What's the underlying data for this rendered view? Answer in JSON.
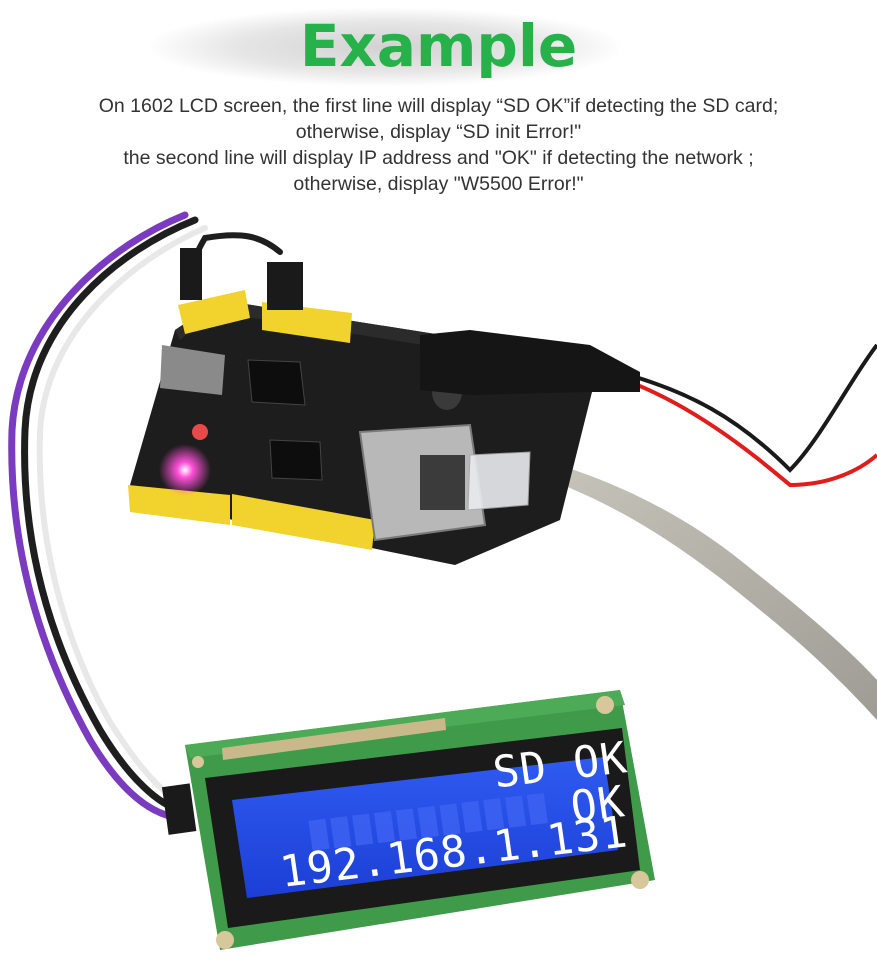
{
  "heading": "Example",
  "description": {
    "line1": "On 1602 LCD screen, the first line  will display “SD OK”if detecting the SD card;",
    "line2": "otherwise, display “SD init Error!\"",
    "line3": "the second line will display IP address and \"OK\" if detecting the  network ;",
    "line4": "otherwise, display \"W5500 Error!\""
  },
  "lcd": {
    "line1": "SD OK",
    "line2_ip": "192.168.1.131",
    "line2_status": "OK"
  },
  "colors": {
    "heading": "#27b14a",
    "lcd_background": "#2646e0",
    "pcb": "#1d1d1d",
    "header_pins": "#f2d22c"
  }
}
